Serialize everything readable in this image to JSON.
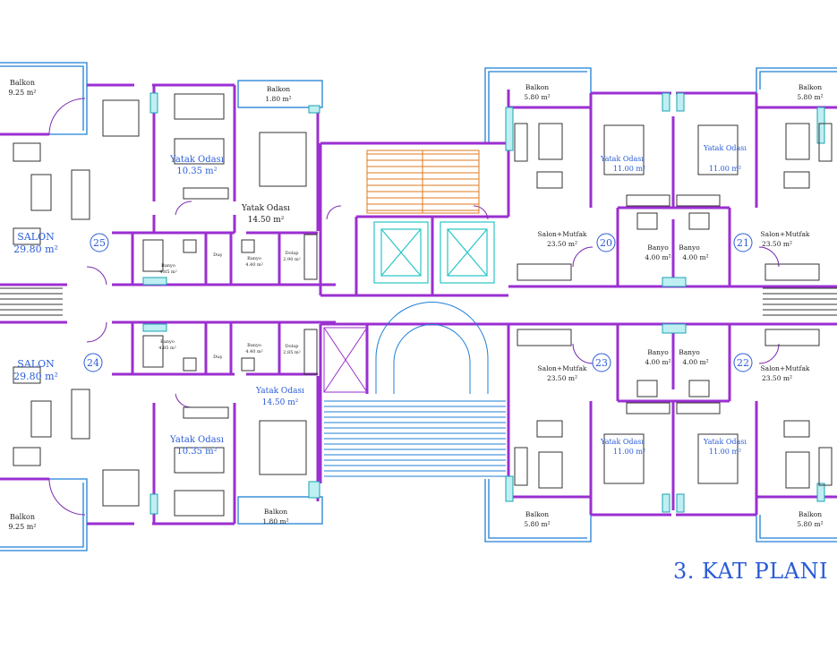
{
  "title": "3. KAT PLANI",
  "colors": {
    "wall": "#9b2fd1",
    "outline": "#1f7fd6",
    "stair": "#e07a1c",
    "elevator": "#27c6c6",
    "furniture": "#333333",
    "text_blue": "#2a5bd7"
  },
  "units": [
    {
      "number": "25",
      "rooms": [
        {
          "name": "Balkon",
          "area": "9.25 m²"
        },
        {
          "name": "SALON",
          "area": "29.80 m²"
        },
        {
          "name": "Yatak Odası",
          "area": "10.35 m²"
        },
        {
          "name": "Balkon",
          "area": "1.80 m²"
        },
        {
          "name": "Yatak Odası",
          "area": "14.50 m²"
        },
        {
          "name": "Banyo",
          "area": "4.85 m²"
        },
        {
          "name": "Duş",
          "area": ""
        },
        {
          "name": "Banyo",
          "area": "4.40 m²"
        },
        {
          "name": "Dolap",
          "area": "2.90 m²"
        }
      ]
    },
    {
      "number": "24",
      "rooms": [
        {
          "name": "SALON",
          "area": "29.80 m²"
        },
        {
          "name": "Banyo",
          "area": "4.85 m²"
        },
        {
          "name": "Duş",
          "area": ""
        },
        {
          "name": "Banyo",
          "area": "4.40 m²"
        },
        {
          "name": "Dolap",
          "area": "2.85 m²"
        },
        {
          "name": "Yatak Odası",
          "area": "14.50 m²"
        },
        {
          "name": "Yatak Odası",
          "area": "10.35 m²"
        },
        {
          "name": "Balkon",
          "area": "9.25 m²"
        },
        {
          "name": "Balkon",
          "area": "1.80 m²"
        }
      ]
    },
    {
      "number": "20",
      "rooms": [
        {
          "name": "Balkon",
          "area": "5.80 m²"
        },
        {
          "name": "Yatak Odası",
          "area": "11.00 m²"
        },
        {
          "name": "Salon+Mutfak",
          "area": "23.50 m²"
        },
        {
          "name": "Banyo",
          "area": "4.00 m²"
        }
      ]
    },
    {
      "number": "21",
      "rooms": [
        {
          "name": "Balkon",
          "area": "5.80 m²"
        },
        {
          "name": "Yatak Odası",
          "area": "11.00 m²"
        },
        {
          "name": "Salon+Mutfak",
          "area": "23.50 m²"
        },
        {
          "name": "Banyo",
          "area": "4.00 m²"
        }
      ]
    },
    {
      "number": "23",
      "rooms": [
        {
          "name": "Salon+Mutfak",
          "area": "23.50 m²"
        },
        {
          "name": "Banyo",
          "area": "4.00 m²"
        },
        {
          "name": "Yatak Odası",
          "area": "11.00 m²"
        },
        {
          "name": "Balkon",
          "area": "5.80 m²"
        }
      ]
    },
    {
      "number": "22",
      "rooms": [
        {
          "name": "Salon+Mutfak",
          "area": "23.50 m²"
        },
        {
          "name": "Banyo",
          "area": "4.00 m²"
        },
        {
          "name": "Yatak Odası",
          "area": "11.00 m²"
        },
        {
          "name": "Balkon",
          "area": "5.80 m²"
        }
      ]
    }
  ]
}
